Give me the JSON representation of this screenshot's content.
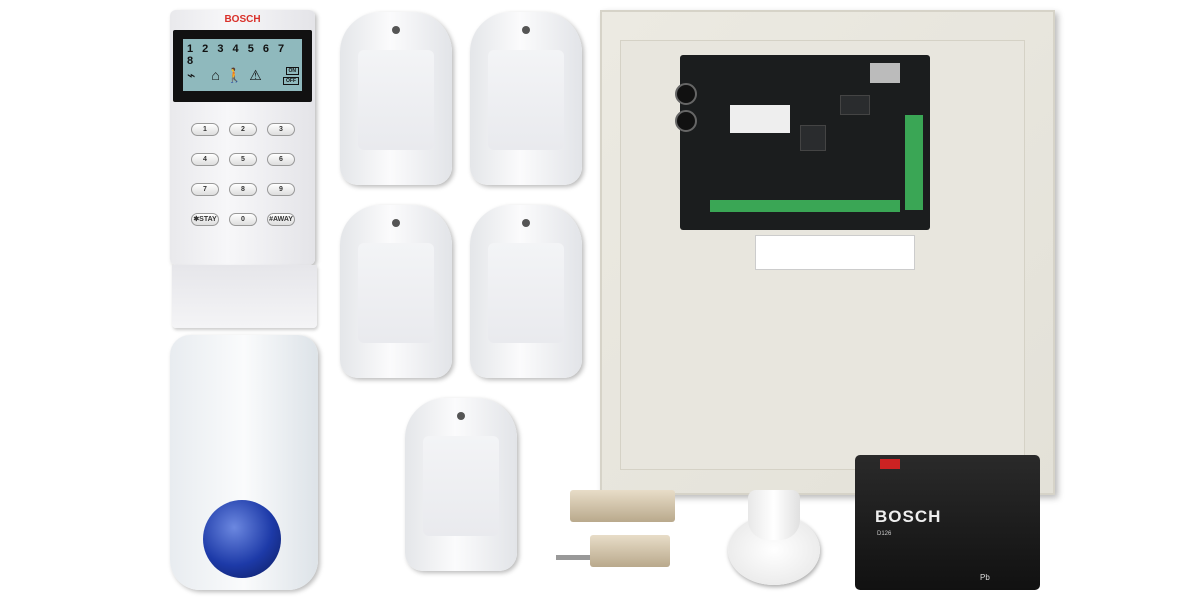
{
  "keypad": {
    "brand": "BOSCH",
    "display_digits": "1 2 3 4 5 6 7 8",
    "display_on": "ON",
    "display_off": "OFF",
    "keys": [
      "1",
      "2",
      "3",
      "4",
      "5",
      "6",
      "7",
      "8",
      "9",
      "✱STAY",
      "0",
      "#AWAY"
    ]
  },
  "battery": {
    "brand": "BOSCH",
    "model": "D126",
    "material": "Pb"
  },
  "colors": {
    "brand_red": "#d9302a",
    "siren_lens": "#1d3aa8",
    "lcd": "#8fb9bd",
    "terminal_green": "#3aa655"
  }
}
